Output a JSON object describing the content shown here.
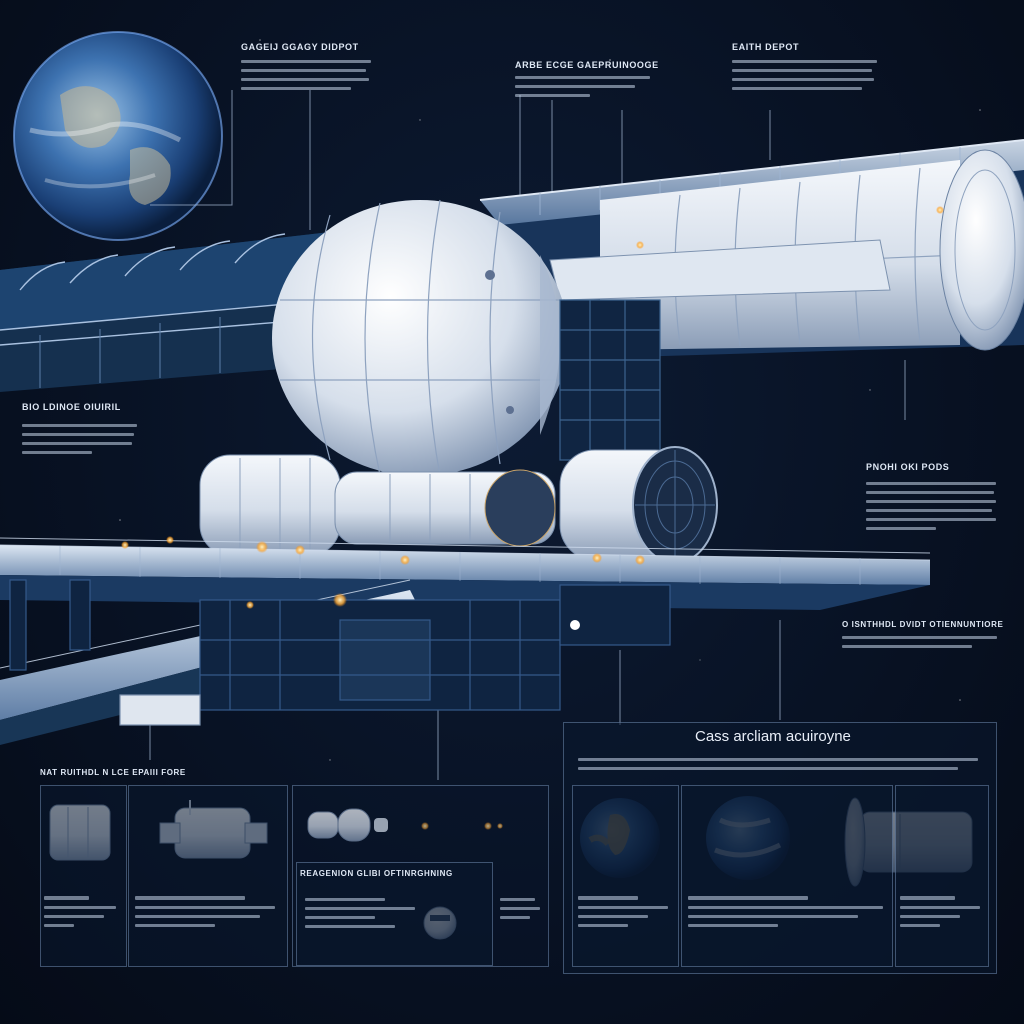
{
  "labels": {
    "top_left": "GAGEIJ GGAGY DIDPOT",
    "top_center": "ARBE ECGE GAEPRUINOOGE",
    "top_right": "EAITH DEPOT",
    "left_mid": "BIO LDINOE OIUIRIL",
    "right_mid": "PNOHI OKI PODS",
    "right_lower": "O ISNTHHDL DVIDT OTIENNUNTIORE",
    "bottom_left_title": "NAT RUITHDL N LCE EPAIII FORE",
    "bottom_mid_title": "REAGENION GLIBI OFTINRGHNING",
    "right_panel_title": "Cass arcliam acuiroyne"
  },
  "colors": {
    "background": "#07101f",
    "hull": "#e6ecf4",
    "hull_shadow": "#9fb0c8",
    "structure": "#2b4f7a",
    "accent_light": "#ffb347",
    "panel_border": "#6f8fb8"
  },
  "icons": [
    "earth-globe",
    "module-cylinder",
    "docking-ring",
    "solar-light"
  ]
}
